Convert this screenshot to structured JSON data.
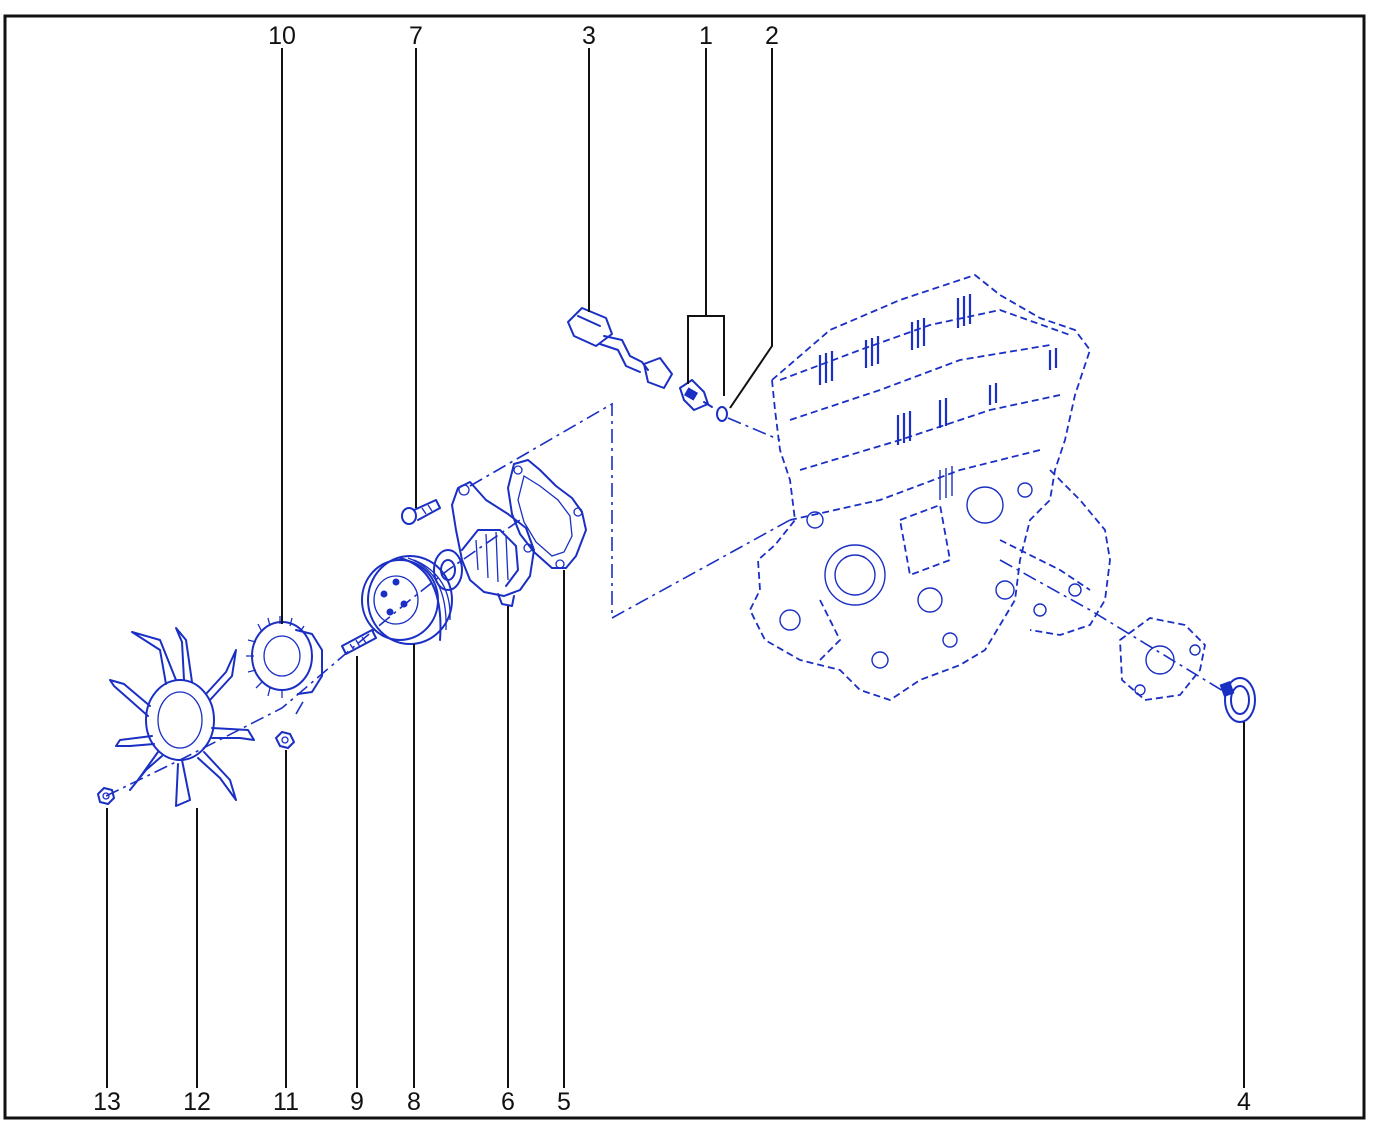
{
  "diagram": {
    "callouts": [
      {
        "id": "1",
        "label": "1"
      },
      {
        "id": "2",
        "label": "2"
      },
      {
        "id": "3",
        "label": "3"
      },
      {
        "id": "4",
        "label": "4"
      },
      {
        "id": "5",
        "label": "5"
      },
      {
        "id": "6",
        "label": "6"
      },
      {
        "id": "7",
        "label": "7"
      },
      {
        "id": "8",
        "label": "8"
      },
      {
        "id": "9",
        "label": "9"
      },
      {
        "id": "10",
        "label": "10"
      },
      {
        "id": "11",
        "label": "11"
      },
      {
        "id": "12",
        "label": "12"
      },
      {
        "id": "13",
        "label": "13"
      }
    ],
    "colors": {
      "line_art": "#1a2fc4",
      "leader_lines": "#111111",
      "frame": "#111111",
      "background": "#ffffff"
    }
  }
}
